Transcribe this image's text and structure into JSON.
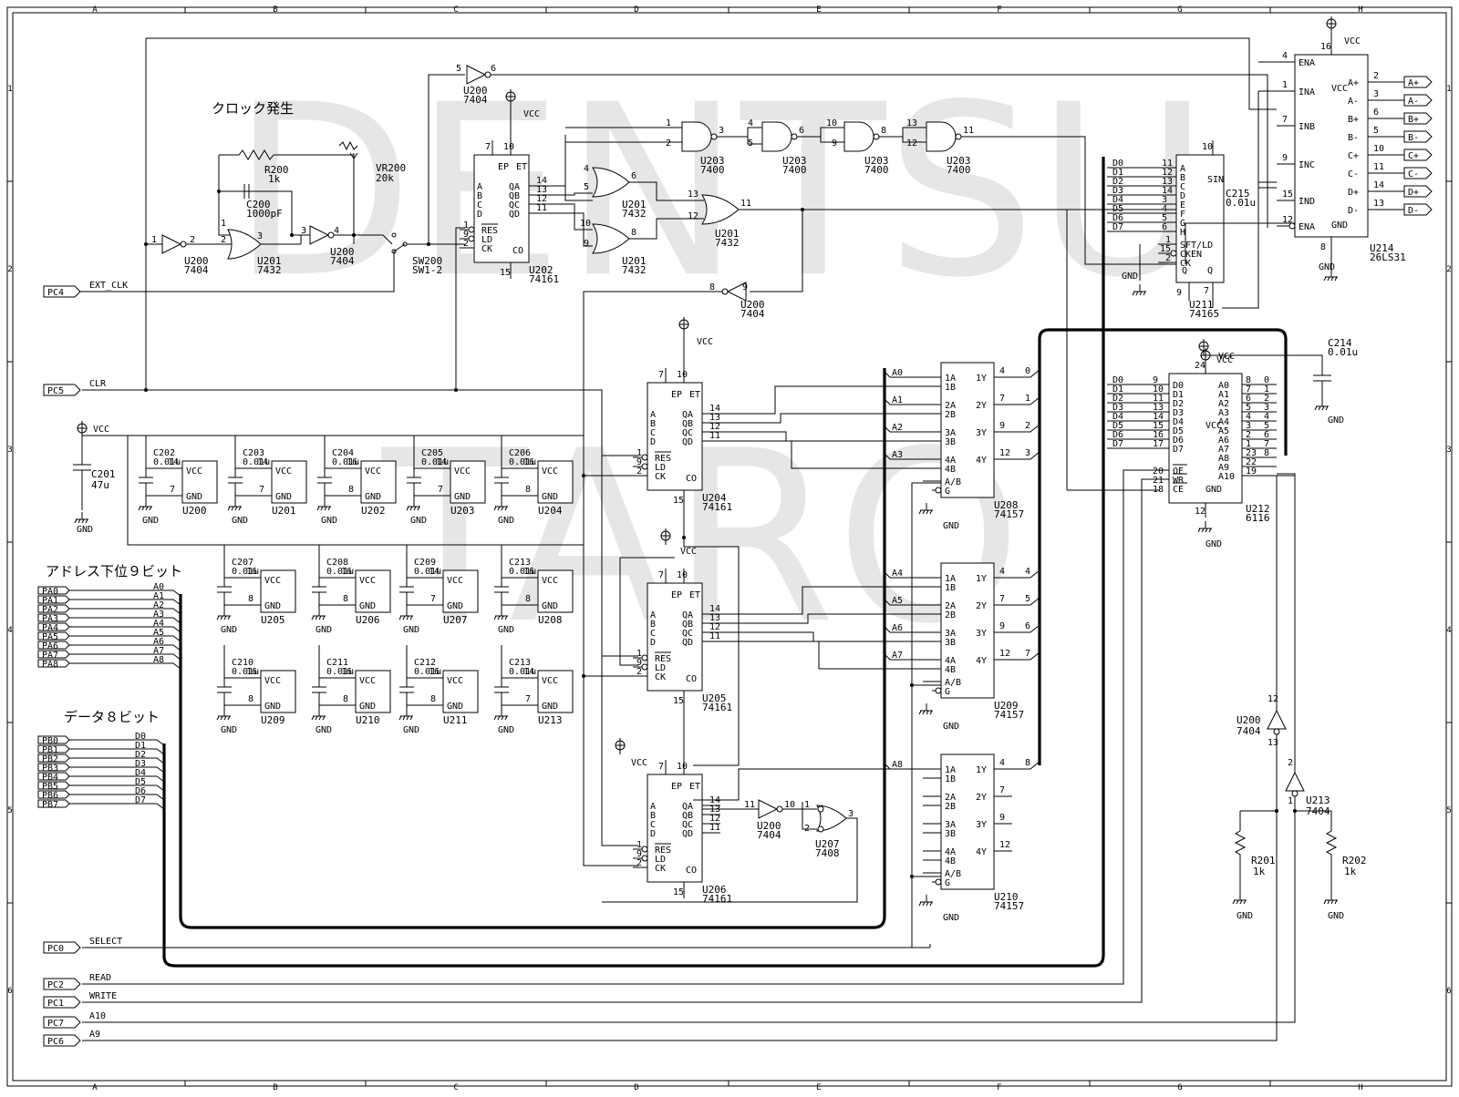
{
  "watermark": [
    "DENTSU",
    "TARO"
  ],
  "frame": {
    "cols": [
      "A",
      "B",
      "C",
      "D",
      "E",
      "F",
      "G",
      "H"
    ],
    "rows": [
      "1",
      "2",
      "3",
      "4",
      "5",
      "6"
    ]
  },
  "sections": {
    "clock": "クロック発生",
    "address": "アドレス下位９ビット",
    "data": "データ８ビット"
  },
  "ports": {
    "pc4": "PC4",
    "pc5": "PC5",
    "pc0": "PC0",
    "pc2": "PC2",
    "pc1": "PC1",
    "pc7": "PC7",
    "pc6": "PC6",
    "ext_clk": "EXT_CLK",
    "clr": "CLR",
    "select": "SELECT",
    "read": "READ",
    "write": "WRITE",
    "a10": "A10",
    "a9": "A9"
  },
  "pa": [
    "PA0",
    "PA1",
    "PA2",
    "PA3",
    "PA4",
    "PA5",
    "PA6",
    "PA7",
    "PA8"
  ],
  "a": [
    "A0",
    "A1",
    "A2",
    "A3",
    "A4",
    "A5",
    "A6",
    "A7",
    "A8"
  ],
  "pb": [
    "PB0",
    "PB1",
    "PB2",
    "PB3",
    "PB4",
    "PB5",
    "PB6",
    "PB7"
  ],
  "d": [
    "D0",
    "D1",
    "D2",
    "D3",
    "D4",
    "D5",
    "D6",
    "D7"
  ],
  "common": {
    "vcc": "VCC",
    "gnd": "GND"
  },
  "parts": {
    "r200": "R200",
    "r200v": "1k",
    "c200": "C200",
    "c200v": "1000pF",
    "vr200": "VR200",
    "vr200v": "20k",
    "u200": "U200",
    "u201": "U201",
    "u202": "U202",
    "u203": "U203",
    "u204": "U204",
    "u205": "U205",
    "u206": "U206",
    "u207": "U207",
    "u208": "U208",
    "u209": "U209",
    "u210": "U210",
    "u211": "U211",
    "u212": "U212",
    "u213": "U213",
    "u214": "U214",
    "t7404": "7404",
    "t7432": "7432",
    "t7400": "7400",
    "t7408": "7408",
    "t74161": "74161",
    "t74157": "74157",
    "t74165": "74165",
    "t6116": "6116",
    "t26ls31": "26LS31",
    "sw200": "SW200",
    "sw200v": "SW1-2",
    "c214": "C214",
    "c215": "C215",
    "cv": "0.01u",
    "c201": "C201",
    "c201v": "47u",
    "r201": "R201",
    "r202": "R202",
    "r1k": "1k"
  },
  "bypass": [
    {
      "n": "C202",
      "u": "U200",
      "p1": "14",
      "p2": "7"
    },
    {
      "n": "C203",
      "u": "U201",
      "p1": "14",
      "p2": "7"
    },
    {
      "n": "C204",
      "u": "U202",
      "p1": "16",
      "p2": "8"
    },
    {
      "n": "C205",
      "u": "U203",
      "p1": "14",
      "p2": "7"
    },
    {
      "n": "C206",
      "u": "U204",
      "p1": "16",
      "p2": "8"
    },
    {
      "n": "C207",
      "u": "U205",
      "p1": "16",
      "p2": "8"
    },
    {
      "n": "C208",
      "u": "U206",
      "p1": "16",
      "p2": "8"
    },
    {
      "n": "C209",
      "u": "U207",
      "p1": "14",
      "p2": "7"
    },
    {
      "n": "C213",
      "u": "U208",
      "p1": "16",
      "p2": "8"
    },
    {
      "n": "C210",
      "u": "U209",
      "p1": "16",
      "p2": "8"
    },
    {
      "n": "C211",
      "u": "U210",
      "p1": "16",
      "p2": "8"
    },
    {
      "n": "C212",
      "u": "U211",
      "p1": "16",
      "p2": "8"
    },
    {
      "n": "C213",
      "u": "U213",
      "p1": "14",
      "p2": "7"
    }
  ],
  "pins": {
    "ctr_in": [
      "A",
      "B",
      "C",
      "D"
    ],
    "ctr_out": [
      "QA",
      "QB",
      "QC",
      "QD"
    ],
    "ctr_ctl": [
      "RES",
      "LD",
      "CK"
    ],
    "ctr_top": [
      "EP",
      "ET"
    ],
    "co": "CO",
    "mux_in": [
      "1A",
      "1B",
      "2A",
      "2B",
      "3A",
      "3B",
      "4A",
      "4B"
    ],
    "mux_out": [
      "1Y",
      "2Y",
      "3Y",
      "4Y"
    ],
    "mux_sel": "A/B",
    "mux_g": "G",
    "sr_in": [
      "A",
      "B",
      "C",
      "D",
      "E",
      "F",
      "G",
      "H"
    ],
    "sr_ctl": [
      "SFT/LD",
      "CKEN",
      "CK"
    ],
    "sin": "SIN",
    "ram_a": [
      "A0",
      "A1",
      "A2",
      "A3",
      "A4",
      "A5",
      "A6",
      "A7",
      "A8",
      "A9",
      "A10"
    ],
    "ram_ctl": [
      "OE",
      "WR",
      "CE"
    ],
    "drv_in": [
      "ENA",
      "INA",
      "INB",
      "INC",
      "IND",
      "ENA"
    ],
    "drv_out": [
      "A+",
      "A-",
      "B+",
      "B-",
      "C+",
      "C-",
      "D+",
      "D-"
    ]
  }
}
